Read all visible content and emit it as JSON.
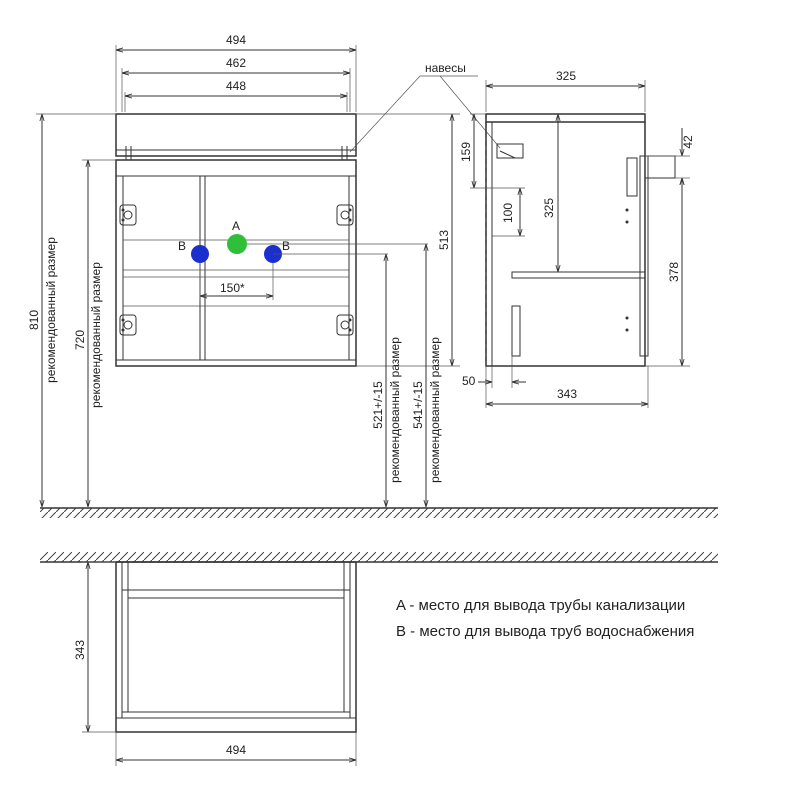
{
  "front_view": {
    "width_outer": "494",
    "width_mid": "462",
    "width_inner": "448",
    "height_total": "810",
    "height_total_note": "рекомендованный размер",
    "height_cabinet": "720",
    "height_cabinet_note": "рекомендованный размер",
    "height_513": "513",
    "height_521": "521+/-15",
    "height_521_note": "рекомендованный размер",
    "height_541": "541+/-15",
    "height_541_note": "рекомендованный размер",
    "pipe_spacing": "150*",
    "label_a": "A",
    "label_b_left": "B",
    "label_b_right": "B",
    "hangers": "навесы",
    "color_a": "#2fbf3a",
    "color_b": "#1b2fcf"
  },
  "side_view": {
    "depth_top": "325",
    "depth_bottom": "343",
    "dim_159": "159",
    "dim_100": "100",
    "dim_325_vertical": "325",
    "dim_42": "42",
    "dim_378": "378",
    "dim_50": "50"
  },
  "top_view": {
    "depth": "343",
    "width": "494"
  },
  "legend": {
    "a": "A - место для вывода трубы канализации",
    "b": "B - место для вывода труб водоснабжения"
  }
}
